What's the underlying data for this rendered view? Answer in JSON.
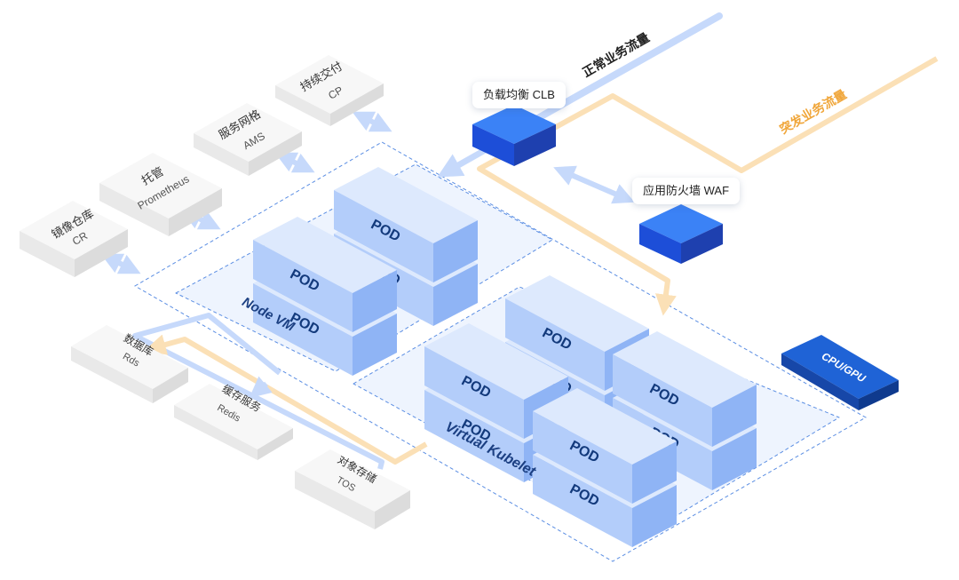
{
  "labels": {
    "normal_traffic": "正常业务流量",
    "burst_traffic": "突发业务流量",
    "node_vm": "Node VM",
    "virtual_kubelet": "Virtual Kubelet",
    "cpu_gpu": "CPU/GPU",
    "clb": "负载均衡 CLB",
    "waf": "应用防火墙 WAF"
  },
  "pod_label": "POD",
  "services": [
    {
      "name": "镜像仓库",
      "code": "CR"
    },
    {
      "name": "托管",
      "code": "Prometheus"
    },
    {
      "name": "服务网格",
      "code": "AMS"
    },
    {
      "name": "持续交付",
      "code": "CP"
    }
  ],
  "storage": [
    {
      "name": "数据库",
      "code": "Rds"
    },
    {
      "name": "缓存服务",
      "code": "Redis"
    },
    {
      "name": "对象存储",
      "code": "TOS"
    }
  ],
  "colors": {
    "normal": "#c6d9fb",
    "burst": "#fbe0b6",
    "pod_top": "#dde9fd",
    "pod_left": "#b3cdfa",
    "pod_right": "#8fb4f5",
    "accent": "#1f63d6",
    "region": "#eef4fe",
    "dashed": "#5b8ee3"
  }
}
